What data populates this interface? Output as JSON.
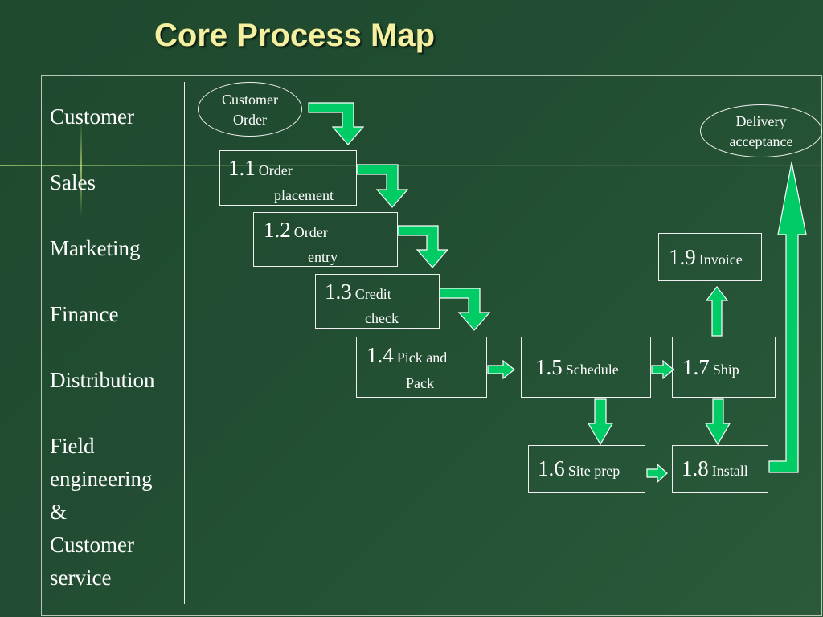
{
  "title": "Core Process Map",
  "lanes": [
    "Customer",
    "Sales",
    "Marketing",
    "Finance",
    "Distribution",
    "Field engineering & Customer service"
  ],
  "lane_lines": [
    "Field",
    "engineering",
    "&",
    "Customer",
    "service"
  ],
  "start_node": {
    "line1": "Customer",
    "line2": "Order"
  },
  "end_node": {
    "line1": "Delivery",
    "line2": "acceptance"
  },
  "steps": [
    {
      "num": "1.1",
      "label1": "Order",
      "label2": "placement"
    },
    {
      "num": "1.2",
      "label1": "Order",
      "label2": "entry"
    },
    {
      "num": "1.3",
      "label1": "Credit",
      "label2": "check"
    },
    {
      "num": "1.4",
      "label1": "Pick and",
      "label2": "Pack"
    },
    {
      "num": "1.5",
      "label1": "Schedule"
    },
    {
      "num": "1.6",
      "label1": "Site prep"
    },
    {
      "num": "1.7",
      "label1": "Ship"
    },
    {
      "num": "1.8",
      "label1": "Install"
    },
    {
      "num": "1.9",
      "label1": "Invoice"
    }
  ],
  "colors": {
    "arrow": "#00cc66",
    "title": "#f5f0a0",
    "background": "#214c31"
  }
}
